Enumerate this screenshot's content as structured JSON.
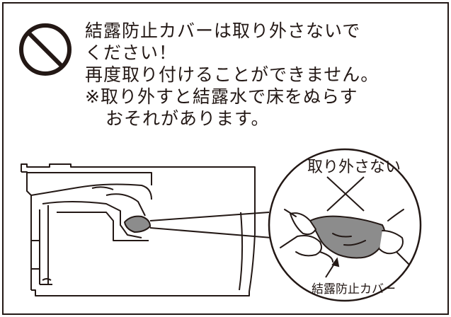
{
  "notice": {
    "line1": "結露防止カバーは取り外さないで",
    "line2": "ください！",
    "line3": "再度取り付けることができません。",
    "line4": "※取り外すと結露水で床をぬらす",
    "line5": "おそれがあります。"
  },
  "callout": {
    "title": "取り外さない",
    "part_label": "結露防止カバー"
  },
  "icons": {
    "prohibit": "prohibition-icon",
    "cross": "cross-mark-icon"
  },
  "colors": {
    "ink": "#231815",
    "cover_fill": "#8c8c8c"
  }
}
